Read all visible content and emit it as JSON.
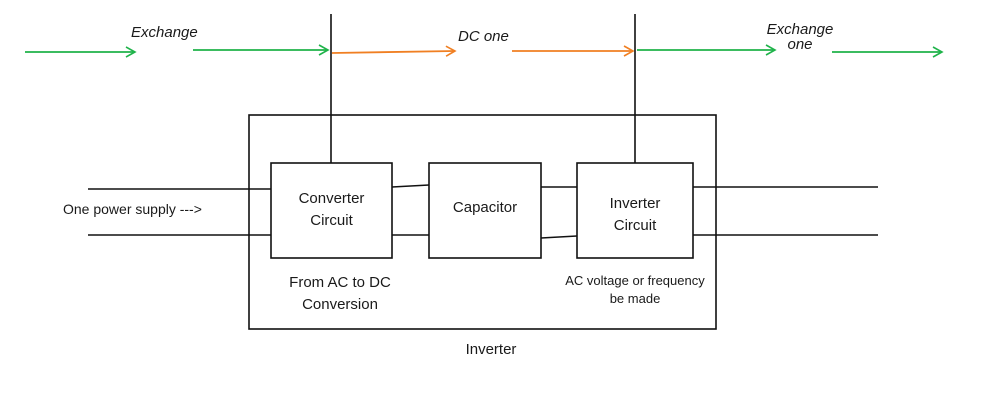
{
  "colors": {
    "ac_flow": "#1fb34a",
    "dc_flow": "#f07f22",
    "line": "#111111",
    "text": "#1a1a1a"
  },
  "flow": {
    "input_label": "Exchange",
    "dc_label": "DC one",
    "output_label_line1": "Exchange",
    "output_label_line2": "one"
  },
  "supply": {
    "label": "One power supply --->"
  },
  "blocks": {
    "converter": {
      "line1": "Converter",
      "line2": "Circuit"
    },
    "capacitor": {
      "label": "Capacitor"
    },
    "inverter": {
      "line1": "Inverter",
      "line2": "Circuit"
    }
  },
  "notes": {
    "converter_line1": "From AC to DC",
    "converter_line2": "Conversion",
    "inverter_line1": "AC voltage or frequency",
    "inverter_line2": "be made"
  },
  "caption": "Inverter"
}
